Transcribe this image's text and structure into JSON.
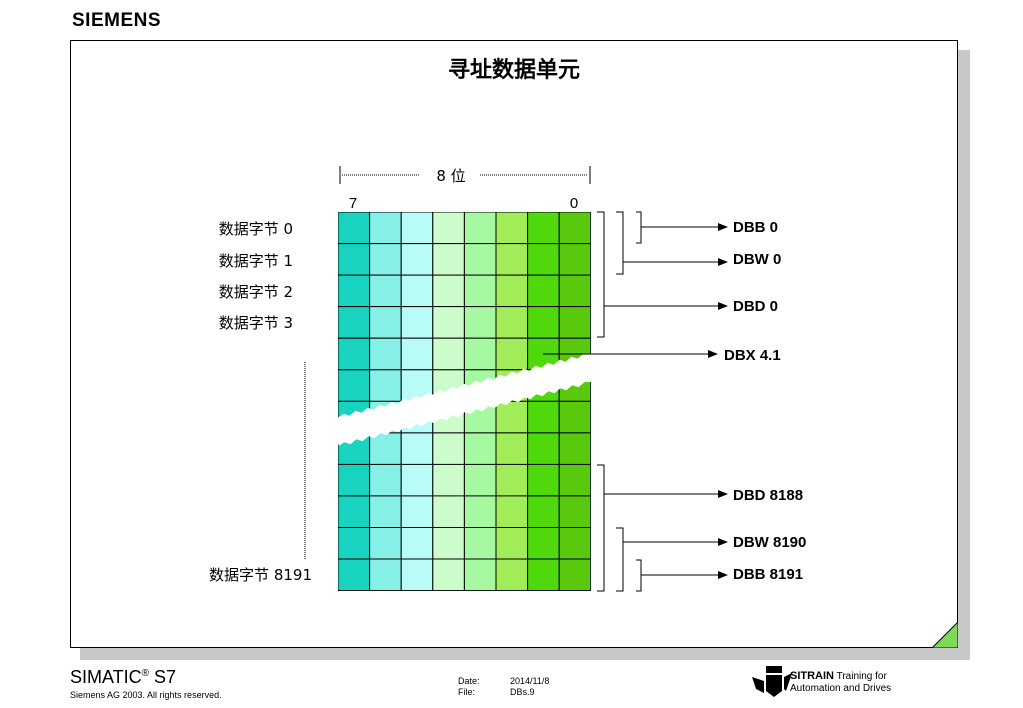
{
  "brand": "SIEMENS",
  "title": "寻址数据单元",
  "width_label": "8 位",
  "bit_high": "7",
  "bit_low": "0",
  "byte_labels": [
    "数据字节 0",
    "数据字节 1",
    "数据字节 2",
    "数据字节 3",
    "数据字节 8191"
  ],
  "addresses": [
    "DBB 0",
    "DBW 0",
    "DBD 0",
    "DBX 4.1",
    "DBD 8188",
    "DBW 8190",
    "DBB 8191"
  ],
  "column_colors": [
    "#17d3c0",
    "#86efe6",
    "#b9fbf6",
    "#ccfccc",
    "#a6f8a1",
    "#a1ed59",
    "#4fd80b",
    "#59c90e"
  ],
  "footer": {
    "product": "SIMATIC",
    "reg": "®",
    "product_suffix": " S7",
    "copyright": "Siemens AG 2003. All rights reserved.",
    "date_label": "Date:",
    "date_value": "2014/11/8",
    "file_label": "File:",
    "file_value": "DBs.9",
    "sitrain_bold": "SITRAIN",
    "sitrain_rest": " Training for",
    "sitrain_line2": "Automation and Drives"
  }
}
